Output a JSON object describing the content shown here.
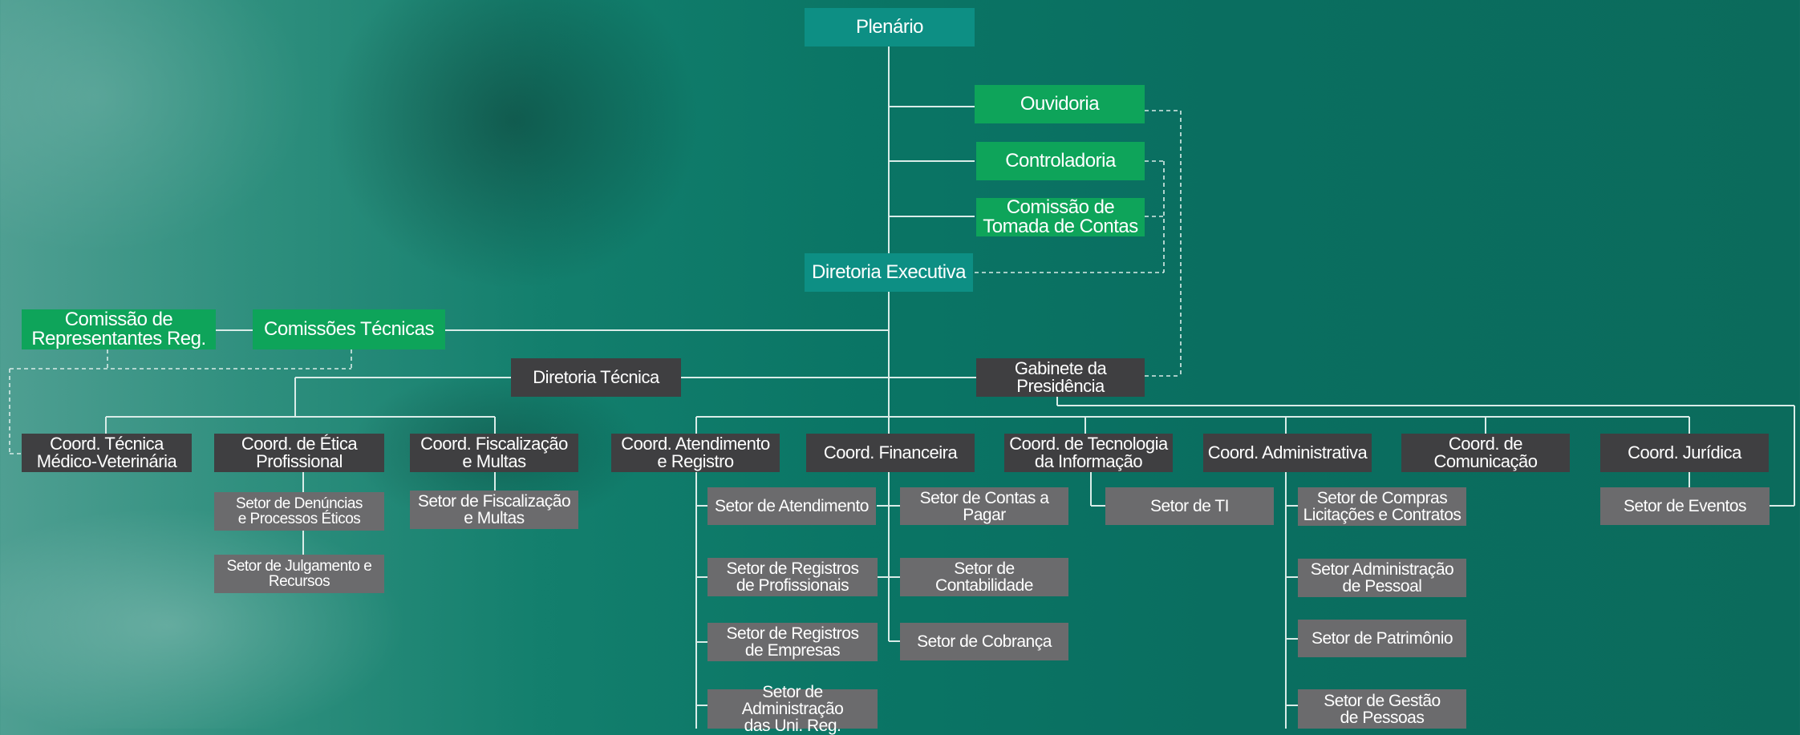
{
  "top": {
    "plenario": "Plenário",
    "ouvidoria": "Ouvidoria",
    "controladoria": "Controladoria",
    "comissao_tomada": "Comissão de\nTomada de Contas",
    "diretoria_executiva": "Diretoria Executiva",
    "comissao_representantes": "Comissão de\nRepresentantes Reg.",
    "comissoes_tecnicas": "Comissões Técnicas",
    "diretoria_tecnica": "Diretoria Técnica",
    "gabinete": "Gabinete da Presidência"
  },
  "coords": {
    "tecnica": "Coord. Técnica\nMédico-Veterinária",
    "etica": "Coord. de Ética\nProfissional",
    "fiscalizacao": "Coord. Fiscalização\ne Multas",
    "atendimento": "Coord. Atendimento\ne Registro",
    "financeira": "Coord. Financeira",
    "tecnologia": "Coord. de Tecnologia\nda Informação",
    "administrativa": "Coord. Administrativa",
    "comunicacao": "Coord. de\nComunicação",
    "juridica": "Coord. Jurídica"
  },
  "setores": {
    "denuncias": "Setor de Denúncias\ne Processos Éticos",
    "julgamento": "Setor de Julgamento e\nRecursos",
    "fiscalizacao": "Setor de Fiscalização\ne Multas",
    "atendimento": "Setor de Atendimento",
    "registros_profissionais": "Setor de Registros\nde Profissionais",
    "registros_empresas": "Setor de Registros\nde Empresas",
    "administracao_uni": "Setor de Administração\ndas Uni. Reg.",
    "contas_pagar": "Setor de Contas a Pagar",
    "contabilidade": "Setor de  Contabilidade",
    "cobranca": "Setor de Cobrança",
    "ti": "Setor de TI",
    "compras": "Setor de Compras\nLicitações e Contratos",
    "adm_pessoal": "Setor Administração\nde Pessoal",
    "patrimonio": "Setor de Patrimônio",
    "gestao_pessoas": "Setor de Gestão\nde Pessoas",
    "eventos": "Setor de Eventos"
  },
  "colors": {
    "teal": "#0d8f84",
    "green": "#0ea45a",
    "dark": "#3f3f41",
    "gray": "#6b6b6d",
    "line": "#d9ece8"
  }
}
